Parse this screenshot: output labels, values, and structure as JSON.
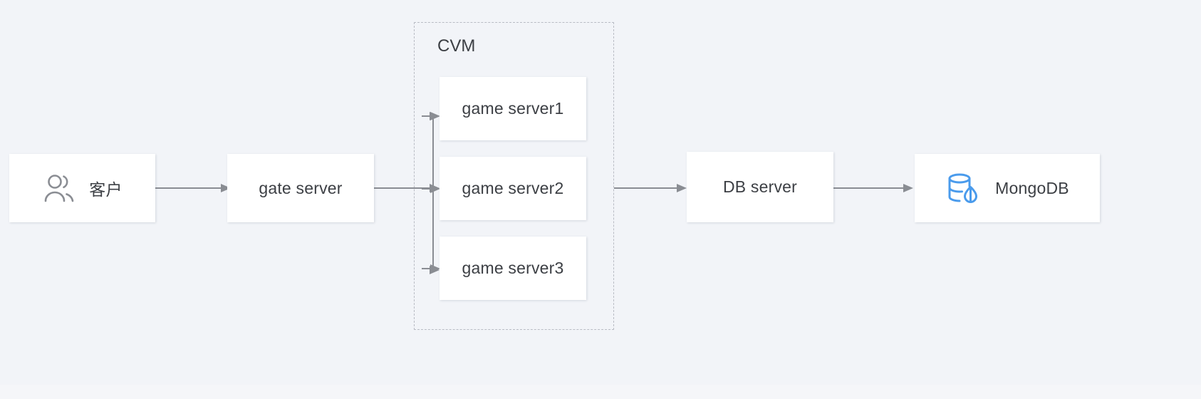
{
  "diagram": {
    "title": "game-server-architecture",
    "background_color": "#f2f4f8",
    "node_fill_color": "#ffffff",
    "connector_color": "#8a8d93",
    "dashed_border_color": "#b9bcc4",
    "text_color": "#3c3f44",
    "mongodb_accent_color": "#4a9bec"
  },
  "nodes": {
    "client": {
      "label": "客户",
      "icon": "users-icon"
    },
    "gate_server": {
      "label": "gate server"
    },
    "cvm_group": {
      "label": "CVM"
    },
    "game_server_1": {
      "label": "game server1"
    },
    "game_server_2": {
      "label": "game server2"
    },
    "game_server_3": {
      "label": "game server3"
    },
    "db_server": {
      "label": "DB server"
    },
    "mongodb": {
      "label": "MongoDB",
      "icon": "mongodb-leaf-icon"
    }
  },
  "connections": [
    {
      "from": "client",
      "to": "gate_server",
      "style": "arrow"
    },
    {
      "from": "gate_server",
      "to": "game_server_1",
      "style": "arrow"
    },
    {
      "from": "gate_server",
      "to": "game_server_2",
      "style": "arrow"
    },
    {
      "from": "gate_server",
      "to": "game_server_3",
      "style": "arrow"
    },
    {
      "from": "cvm_group",
      "to": "db_server",
      "style": "arrow"
    },
    {
      "from": "db_server",
      "to": "mongodb",
      "style": "arrow"
    }
  ]
}
